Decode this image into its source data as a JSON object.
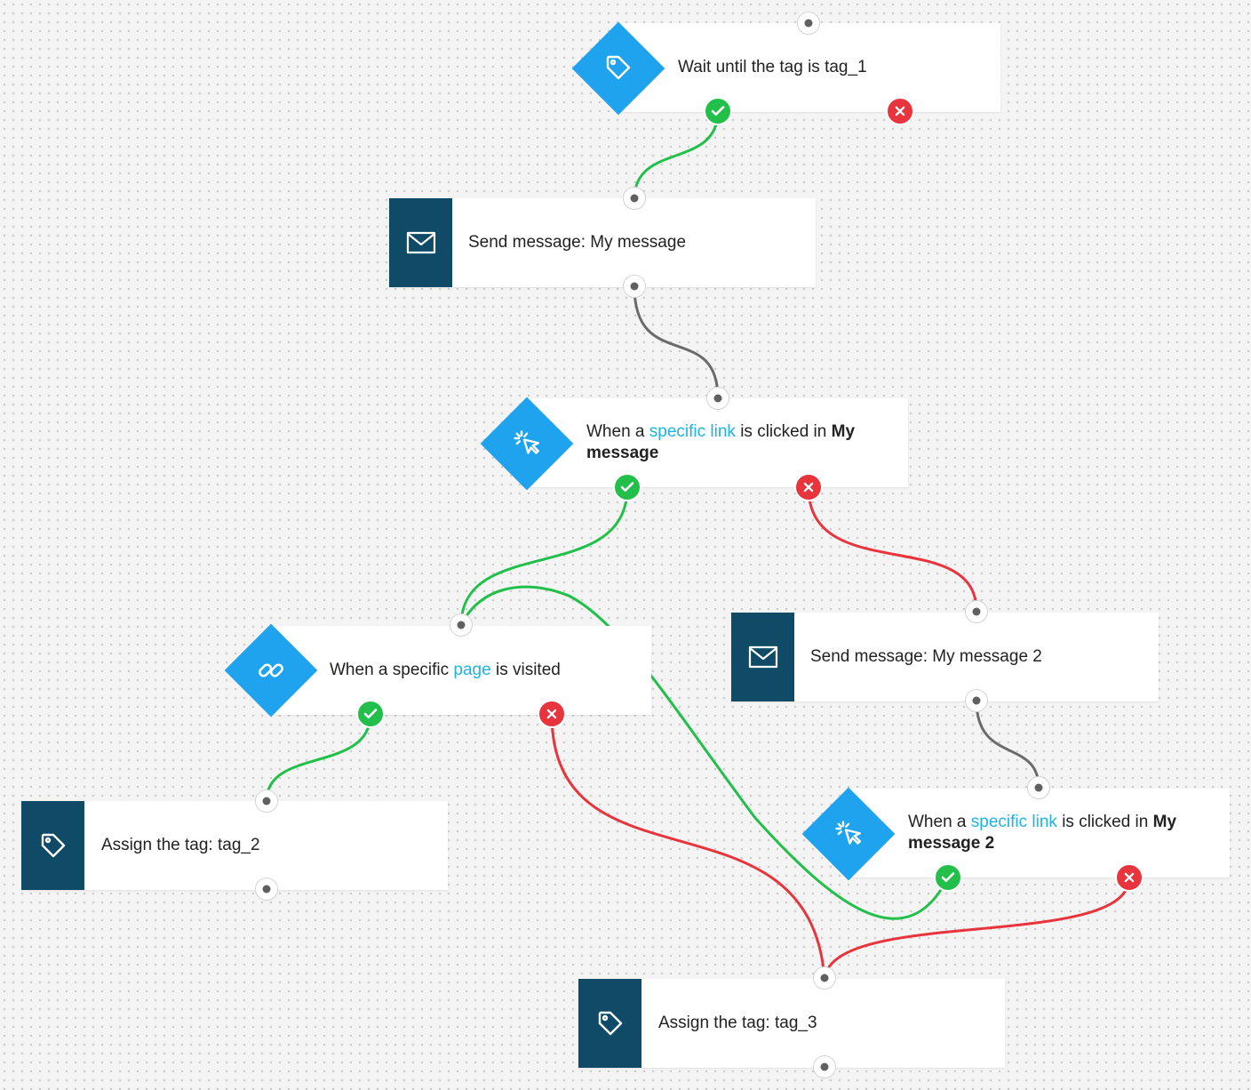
{
  "nodes": {
    "wait_tag": {
      "label": "Wait until the tag is tag_1"
    },
    "send_msg_1": {
      "label": "Send message: My message"
    },
    "link_click_1": {
      "before": "When a ",
      "link": "specific link",
      "middle": " is clicked in ",
      "bold": "My message"
    },
    "page_visit": {
      "before": "When a specific ",
      "link": "page",
      "after": " is visited"
    },
    "send_msg_2": {
      "label": "Send message: My message 2"
    },
    "assign_tag_2": {
      "label": "Assign the tag: tag_2"
    },
    "link_click_2": {
      "before": "When a ",
      "link": "specific link",
      "middle": " is clicked in ",
      "bold": "My message 2"
    },
    "assign_tag_3": {
      "label": "Assign the tag: tag_3"
    }
  },
  "icons": {
    "wait_tag": "tag-icon",
    "send_msg_1": "envelope-icon",
    "link_click_1": "cursor-click-icon",
    "page_visit": "link-icon",
    "send_msg_2": "envelope-icon",
    "assign_tag_2": "tag-icon",
    "link_click_2": "cursor-click-icon",
    "assign_tag_3": "tag-icon"
  },
  "colors": {
    "action_block": "#0f4b66",
    "condition_block": "#1fa3ef",
    "link_text": "#1db3e6",
    "yes_path": "#22c04a",
    "no_path": "#e8343c",
    "neutral_path": "#6b6b6b"
  }
}
